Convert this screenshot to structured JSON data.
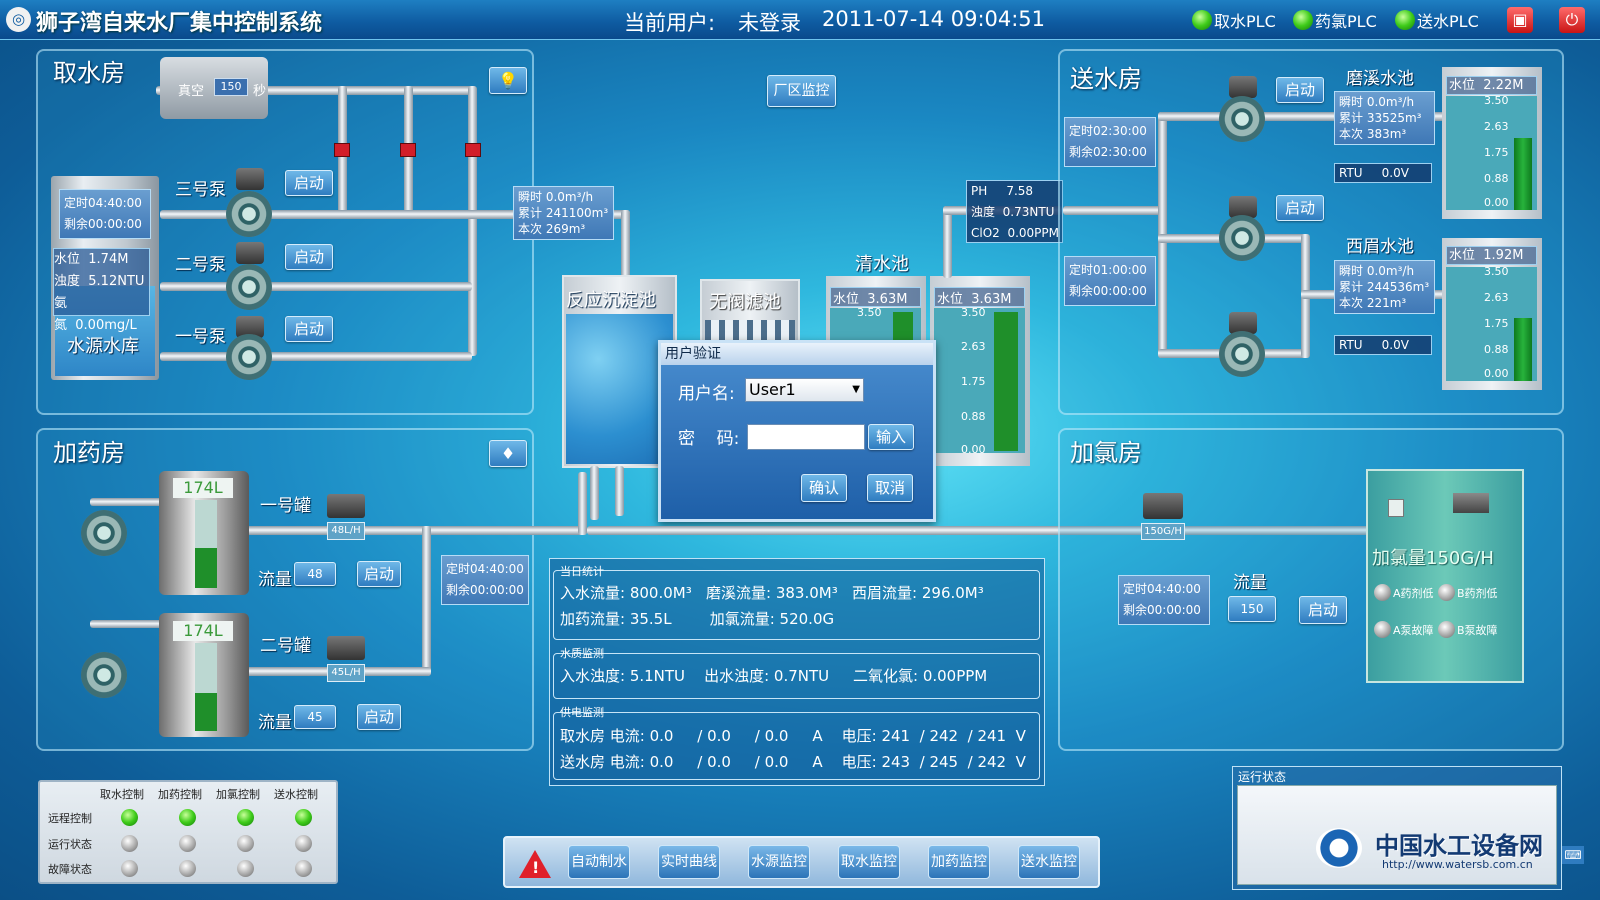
{
  "header": {
    "title": "狮子湾自来水厂集中控制系统",
    "user_label": "当前用户:",
    "user_value": "未登录",
    "datetime": "2011-07-14 09:04:51",
    "plc": [
      "取水PLC",
      "药氯PLC",
      "送水PLC"
    ]
  },
  "intake": {
    "title": "取水房",
    "vacuum_label": "真空",
    "vacuum_value": "150",
    "vacuum_unit": "秒",
    "timer": "定时04:40:00",
    "remain": "剩余00:00:00",
    "level": "水位",
    "level_value": "1.74M",
    "turbidity": "浊度",
    "turbidity_value": "5.12NTU",
    "ammonia": "氨氮",
    "ammonia_value": "0.00mg/L",
    "reservoir": "水源水库",
    "pumps": [
      {
        "name": "三号泵",
        "btn": "启动"
      },
      {
        "name": "二号泵",
        "btn": "启动"
      },
      {
        "name": "一号泵",
        "btn": "启动"
      }
    ],
    "flow": {
      "instant": "瞬时 0.0m³/h",
      "total": "累计 241100m³",
      "this": "本次 269m³"
    }
  },
  "plant": {
    "monitor_btn": "厂区监控",
    "sed_tank": "反应沉淀池",
    "filter": "无阀滤池",
    "clear_pool": "清水池",
    "clear1": {
      "label": "水位",
      "value": "3.63M",
      "scale_top": "3.50"
    },
    "clear2": {
      "label": "水位",
      "value": "3.63M",
      "scale": [
        "3.50",
        "2.63",
        "1.75",
        "0.88",
        "0.00"
      ]
    },
    "quality": {
      "ph_label": "PH",
      "ph": "7.58",
      "turb_label": "浊度",
      "turb": "0.73NTU",
      "clo2_label": "ClO2",
      "clo2": "0.00PPM"
    }
  },
  "login": {
    "title": "用户验证",
    "user_label": "用户名:",
    "user_value": "User1",
    "pwd_label": "密    码:",
    "input_btn": "输入",
    "ok": "确认",
    "cancel": "取消"
  },
  "delivery": {
    "title": "送水房",
    "timer1": "定时02:30:00",
    "remain1": "剩余02:30:00",
    "timer2": "定时01:00:00",
    "remain2": "剩余00:00:00",
    "start": "启动",
    "moxi": {
      "name": "磨溪水池",
      "instant": "瞬时 0.0m³/h",
      "total": "累计 33525m³",
      "this": "本次 383m³",
      "rtu_label": "RTU",
      "rtu": "0.0V",
      "level_label": "水位",
      "level": "2.22M",
      "level_frac": 0.63
    },
    "ximei": {
      "name": "西眉水池",
      "instant": "瞬时 0.0m³/h",
      "total": "累计 244536m³",
      "this": "本次 221m³",
      "rtu_label": "RTU",
      "rtu": "0.0V",
      "level_label": "水位",
      "level": "1.92M",
      "level_frac": 0.55
    },
    "scale": [
      "3.50",
      "2.63",
      "1.75",
      "0.88",
      "0.00"
    ]
  },
  "dosing": {
    "title": "加药房",
    "tank1": {
      "name": "一号罐",
      "volume": "174L",
      "flow_label": "流量",
      "flow": "48",
      "meter": "48L/H",
      "btn": "启动"
    },
    "tank2": {
      "name": "二号罐",
      "volume": "174L",
      "flow_label": "流量",
      "flow": "45",
      "meter": "45L/H",
      "btn": "启动"
    },
    "timer": "定时04:40:00",
    "remain": "剩余00:00:00"
  },
  "chlorine": {
    "title": "加氯房",
    "meter": "150G/H",
    "timer": "定时04:40:00",
    "remain": "剩余00:00:00",
    "flow_label": "流量",
    "flow": "150",
    "btn": "启动",
    "cabinet_label": "加氯量150G/H",
    "alarms": [
      "A药剂低",
      "B药剂低",
      "A泵故障",
      "B泵故障"
    ]
  },
  "stats": {
    "today_h": "当日统计",
    "today1": "入水流量: 800.0M³   磨溪流量: 383.0M³   西眉流量: 296.0M³",
    "today2": "加药流量: 35.5L        加氯流量: 520.0G",
    "quality_h": "水质监测",
    "quality1": "入水浊度: 5.1NTU    出水浊度: 0.7NTU     二氧化氯: 0.00PPM",
    "power_h": "供电监测",
    "power1": "取水房 电流: 0.0     / 0.0     / 0.0     A    电压: 241  / 242  / 241  V",
    "power2": "送水房 电流: 0.0     / 0.0     / 0.0     A    电压: 243  / 245  / 242  V"
  },
  "control": {
    "cols": [
      "取水控制",
      "加药控制",
      "加氯控制",
      "送水控制"
    ],
    "rows": [
      "远程控制",
      "运行状态",
      "故障状态"
    ]
  },
  "nav": [
    "自动制水",
    "实时曲线",
    "水源监控",
    "取水监控",
    "加药监控",
    "送水监控"
  ],
  "status": {
    "title": "运行状态"
  },
  "watermark": {
    "text": "中国水工设备网",
    "url": "http://www.watersb.com.cn"
  }
}
